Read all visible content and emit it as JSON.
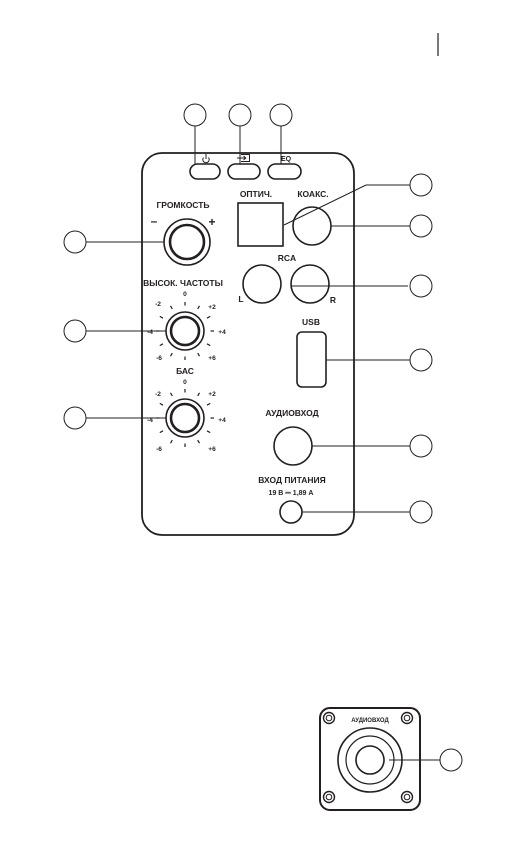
{
  "panel": {
    "buttons": {
      "power_icon": "power-icon",
      "input_icon": "input-select-icon",
      "eq_label": "EQ"
    },
    "volume": {
      "title": "ГРОМКОСТЬ",
      "minus": "–",
      "plus": "+"
    },
    "treble": {
      "title": "ВЫСОК. ЧАСТОТЫ",
      "scale": [
        "-6",
        "-4",
        "-2",
        "0",
        "+2",
        "+4",
        "+6"
      ]
    },
    "bass": {
      "title": "БАС",
      "scale": [
        "-6",
        "-4",
        "-2",
        "0",
        "+2",
        "+4",
        "+6"
      ]
    },
    "optical_label": "ОПТИЧ.",
    "coax_label": "КОАКС.",
    "rca": {
      "title": "RCA",
      "left": "L",
      "right": "R"
    },
    "usb_label": "USB",
    "audio_in_label": "АУДИОВХОД",
    "power_in": {
      "title": "ВХОД ПИТАНИЯ",
      "spec": "19 В ⎓ 1,89 А"
    }
  },
  "detail_plate": {
    "label": "АУДИОВХОД"
  }
}
